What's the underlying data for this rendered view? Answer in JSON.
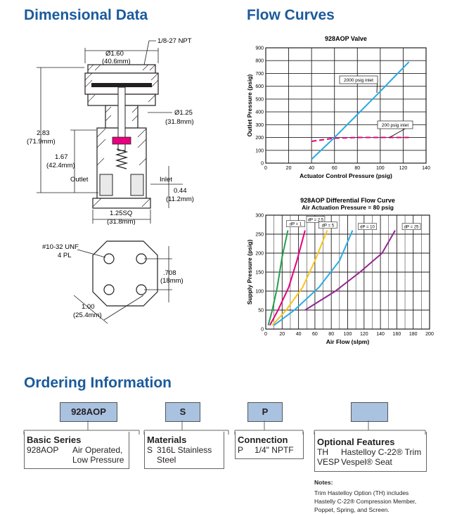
{
  "dimensional": {
    "title": "Dimensional Data",
    "npt": "1/8-27 NPT",
    "d160": "Ø1.60",
    "d160mm": "(40.6mm)",
    "d125": "Ø1.25",
    "d125mm": "(31.8mm)",
    "h283": "2.83",
    "h283mm": "(71.9mm)",
    "h167": "1.67",
    "h167mm": "(42.4mm)",
    "outlet": "Outlet",
    "inlet": "Inlet",
    "h044": "0.44",
    "h044mm": "(11.2mm)",
    "sq125": "1.25SQ",
    "sq125mm": "(31.8mm)",
    "unf": "#10-32 UNF",
    "pl": "4 PL",
    "d708": ".708",
    "d708mm": "(18mm)",
    "d100": "1.00",
    "d100mm": "(25.4mm)"
  },
  "flow": {
    "title": "Flow Curves"
  },
  "chart_data": [
    {
      "type": "line",
      "title": "928AOP Valve",
      "xlabel": "Actuator Control Pressure (psig)",
      "ylabel": "Outlet Pressure (psig)",
      "xlim": [
        0,
        140
      ],
      "ylim": [
        0,
        900
      ],
      "xticks": [
        "0",
        "20",
        "40",
        "60",
        "80",
        "100",
        "120",
        "140"
      ],
      "yticks": [
        "0",
        "100",
        "200",
        "300",
        "400",
        "500",
        "600",
        "700",
        "800",
        "900"
      ],
      "grid": true,
      "series": [
        {
          "name": "2000 psig inlet",
          "color": "#29abe2",
          "style": "solid",
          "x": [
            40,
            60,
            80,
            100,
            125
          ],
          "y": [
            30,
            200,
            380,
            560,
            790
          ]
        },
        {
          "name": "200 psig inlet",
          "color": "#e6007e",
          "style": "dashed",
          "x": [
            40,
            60,
            80,
            100,
            125
          ],
          "y": [
            170,
            195,
            200,
            200,
            200
          ]
        }
      ]
    },
    {
      "type": "line",
      "title": "928AOP Differential Flow Curve",
      "subtitle": "Air Actuation Pressure = 80 psig",
      "xlabel": "Air Flow (slpm)",
      "ylabel": "Supply Pressure (psig)",
      "xlim": [
        0,
        200
      ],
      "ylim": [
        0,
        300
      ],
      "xticks": [
        "0",
        "20",
        "40",
        "60",
        "80",
        "100",
        "120",
        "140",
        "160",
        "180",
        "200"
      ],
      "yticks": [
        "0",
        "50",
        "100",
        "150",
        "200",
        "250",
        "300"
      ],
      "grid": true,
      "series": [
        {
          "name": "dP = 1",
          "color": "#22a04b",
          "x": [
            3,
            8,
            14,
            20,
            27
          ],
          "y": [
            10,
            50,
            110,
            190,
            260
          ]
        },
        {
          "name": "dP = 2.5",
          "color": "#e6007e",
          "x": [
            5,
            15,
            28,
            38,
            48
          ],
          "y": [
            10,
            50,
            110,
            180,
            260
          ]
        },
        {
          "name": "dP = 5",
          "color": "#f7c41f",
          "x": [
            8,
            25,
            45,
            60,
            75
          ],
          "y": [
            10,
            50,
            110,
            180,
            260
          ]
        },
        {
          "name": "dP = 10",
          "color": "#29abe2",
          "x": [
            10,
            35,
            65,
            90,
            106
          ],
          "y": [
            10,
            50,
            110,
            180,
            260
          ]
        },
        {
          "name": "dP = 25",
          "color": "#92278f",
          "x": [
            48,
            85,
            115,
            142,
            158
          ],
          "y": [
            50,
            100,
            150,
            200,
            260
          ]
        }
      ]
    }
  ],
  "ordering": {
    "title": "Ordering Information",
    "code1": "928AOP",
    "code2": "S",
    "code3": "P",
    "code4": "",
    "basic": {
      "head": "Basic Series",
      "c1": "928AOP",
      "c2": "Air Operated,",
      "c3": "Low Pressure"
    },
    "materials": {
      "head": "Materials",
      "c1": "S",
      "c2": "316L Stainless",
      "c3": "Steel"
    },
    "connection": {
      "head": "Connection",
      "c1": "P",
      "c2": "1/4\" NPTF"
    },
    "optional": {
      "head": "Optional Features",
      "r1c1": "TH",
      "r1c2": "Hastelloy C-22® Trim",
      "r2c1": "VESP",
      "r2c2": "Vespel® Seat"
    },
    "notes_head": "Notes:",
    "notes1": "Trim Hastelloy Option (TH) includes",
    "notes2": "Hastelly C-22® Compression Member,",
    "notes3": "Poppet, Spring, and Screen."
  }
}
